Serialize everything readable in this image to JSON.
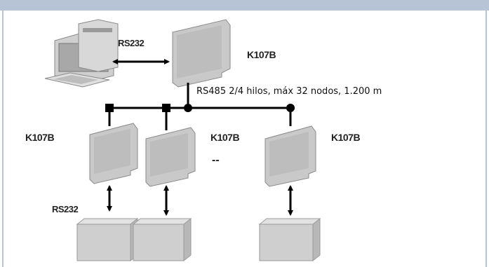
{
  "header": {
    "title": "",
    "band_color": "#b7c4d6"
  },
  "diagram": {
    "pc_link_label": "RS232",
    "master_label": "K107B",
    "bus_label": "RS485 2/4 hilos, máx 32 nodos, 1.200 m",
    "slaves": [
      {
        "label": "K107B"
      },
      {
        "label": ""
      },
      {
        "label": "K107B"
      },
      {
        "label": "K107B"
      }
    ],
    "more_nodes": "--",
    "device_link_label": "RS232",
    "colors": {
      "device_fill": "#c9c9c9",
      "device_stroke": "#8a8a8a",
      "bus_line": "#000000",
      "box_fill": "#cfcfcf"
    }
  }
}
